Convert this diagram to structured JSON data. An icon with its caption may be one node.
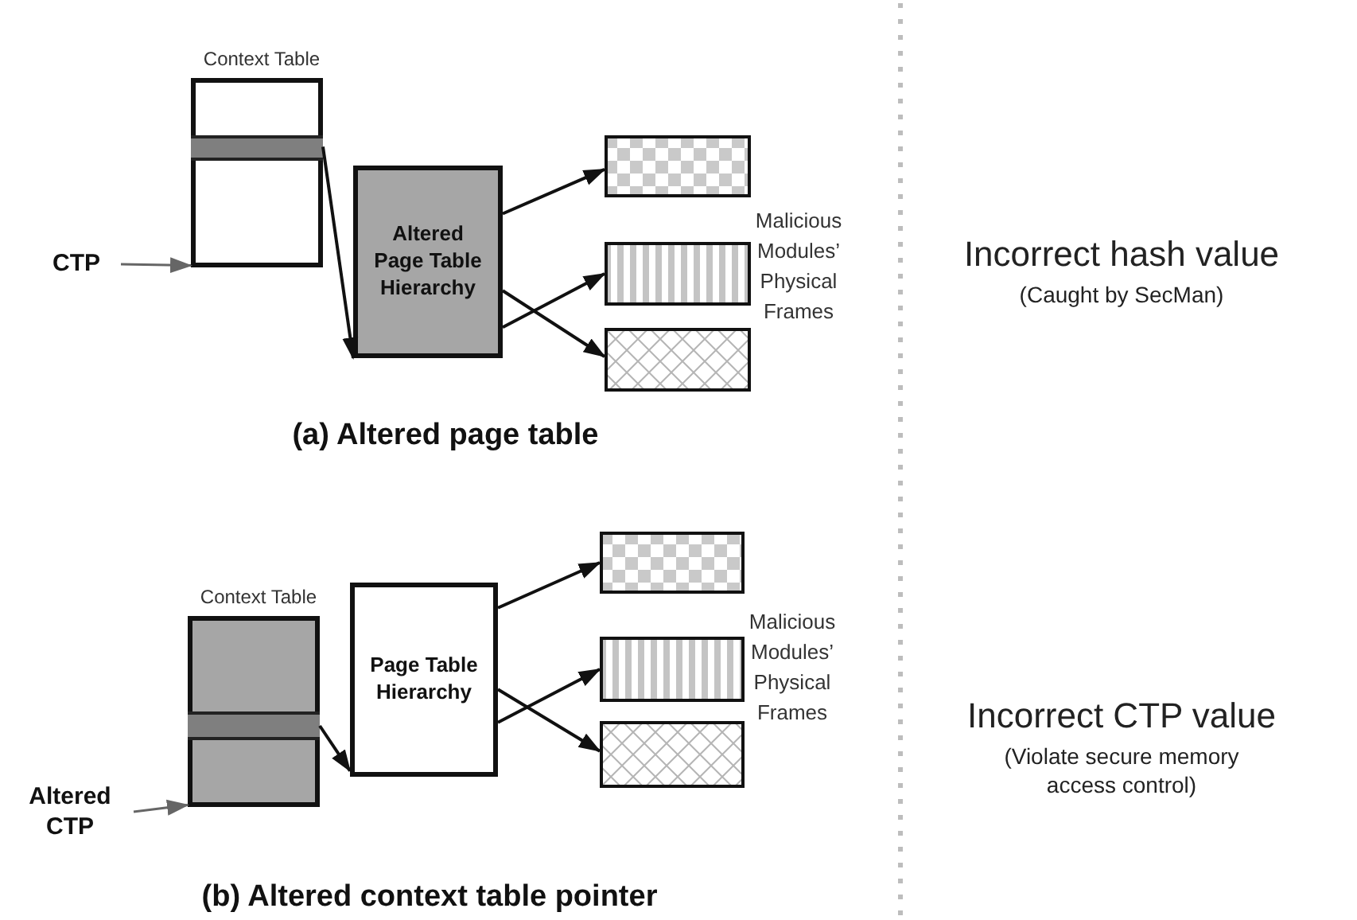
{
  "diagram": {
    "nodes": [
      {
        "text": [
          "CTP"
        ]
      },
      {
        "text": [
          "Context Table"
        ]
      },
      {
        "text": [],
        "shape": "bar",
        "in": 1
      },
      {
        "text": [
          "Altered Page Table Hierarchy"
        ]
      },
      {
        "text": [],
        "shape": "box"
      },
      {
        "text": [],
        "shape": "box"
      },
      {
        "text": [],
        "shape": "box"
      },
      {
        "text": [
          "Altered CTP"
        ]
      },
      {
        "text": [
          "Context Table"
        ]
      },
      {
        "text": [],
        "shape": "bar",
        "in": 8
      },
      {
        "text": [
          "Page Table Hierarchy"
        ]
      },
      {
        "text": [],
        "shape": "box"
      },
      {
        "text": [],
        "shape": "box"
      },
      {
        "text": [],
        "shape": "box"
      }
    ],
    "edges": [
      {
        "from": 0,
        "to": 1,
        "arrow": "to",
        "color": "#666666"
      },
      {
        "from": 2,
        "to": 3,
        "arrow": "to"
      },
      {
        "from": 3,
        "to": 4,
        "arrow": "to"
      },
      {
        "from": 3,
        "to": 5,
        "arrow": "to"
      },
      {
        "from": 3,
        "to": 6,
        "arrow": "to"
      },
      {
        "from": 7,
        "to": 8,
        "arrow": "to",
        "color": "#666666"
      },
      {
        "from": 9,
        "to": 10,
        "arrow": "to"
      },
      {
        "from": 10,
        "to": 11,
        "arrow": "to"
      },
      {
        "from": 10,
        "to": 12,
        "arrow": "to"
      },
      {
        "from": 10,
        "to": 13,
        "arrow": "to"
      }
    ],
    "labels": [
      "Malicious Modules’ Physical Frames",
      "Incorrect hash value",
      "(Caught by SecMan)",
      "(a) Altered page table",
      "Malicious Modules’ Physical Frames",
      "Incorrect CTP value",
      "(Violate secure memory access control)",
      "(b) Altered context table pointer"
    ]
  }
}
